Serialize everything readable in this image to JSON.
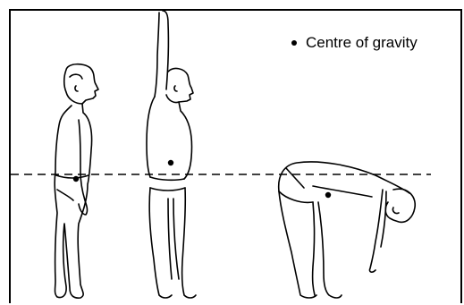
{
  "legend": {
    "label": "Centre of gravity",
    "marker_icon": "dot-icon"
  },
  "figures": [
    {
      "name": "standing-arms-down",
      "cog_relative_to_line": "on"
    },
    {
      "name": "standing-arm-raised",
      "cog_relative_to_line": "above"
    },
    {
      "name": "bending-forward",
      "cog_relative_to_line": "below, outside body"
    }
  ],
  "colors": {
    "ink": "#000000",
    "background": "#ffffff"
  }
}
